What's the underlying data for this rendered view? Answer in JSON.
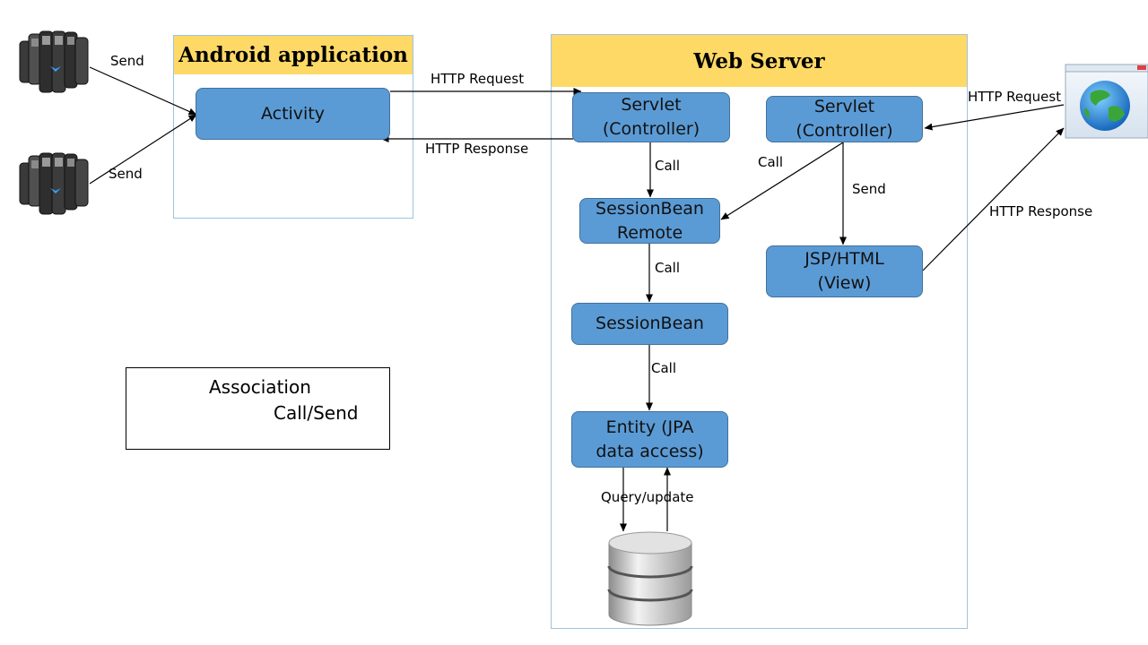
{
  "containers": {
    "android": {
      "title": "Android application"
    },
    "webserver": {
      "title": "Web Server"
    }
  },
  "nodes": {
    "activity": "Activity",
    "servlet_left": "Servlet\n(Controller)",
    "servlet_right": "Servlet\n(Controller)",
    "sessionbean_remote": "SessionBean\nRemote",
    "sessionbean": "SessionBean",
    "entity": "Entity (JPA\ndata access)",
    "jsp": "JSP/HTML\n(View)"
  },
  "edge_labels": {
    "send_top": "Send",
    "send_bottom": "Send",
    "http_request_left": "HTTP Request",
    "http_response_left": "HTTP Response",
    "call_1": "Call",
    "call_2": "Call",
    "call_3": "Call",
    "call_4": "Call",
    "send_view": "Send",
    "http_request_right": "HTTP Request",
    "http_response_right": "HTTP Response",
    "query_update": "Query/update"
  },
  "legend": {
    "title": "Association",
    "call_send": "Call/Send"
  },
  "icons": {
    "armband_top": "armband-device-icon",
    "armband_bottom": "armband-device-icon",
    "browser": "web-browser-globe-icon",
    "database": "database-icon"
  },
  "colors": {
    "header_fill": "#ffd966",
    "node_fill": "#5b9bd5",
    "node_border": "#41719c",
    "container_border": "#9fc3df"
  }
}
